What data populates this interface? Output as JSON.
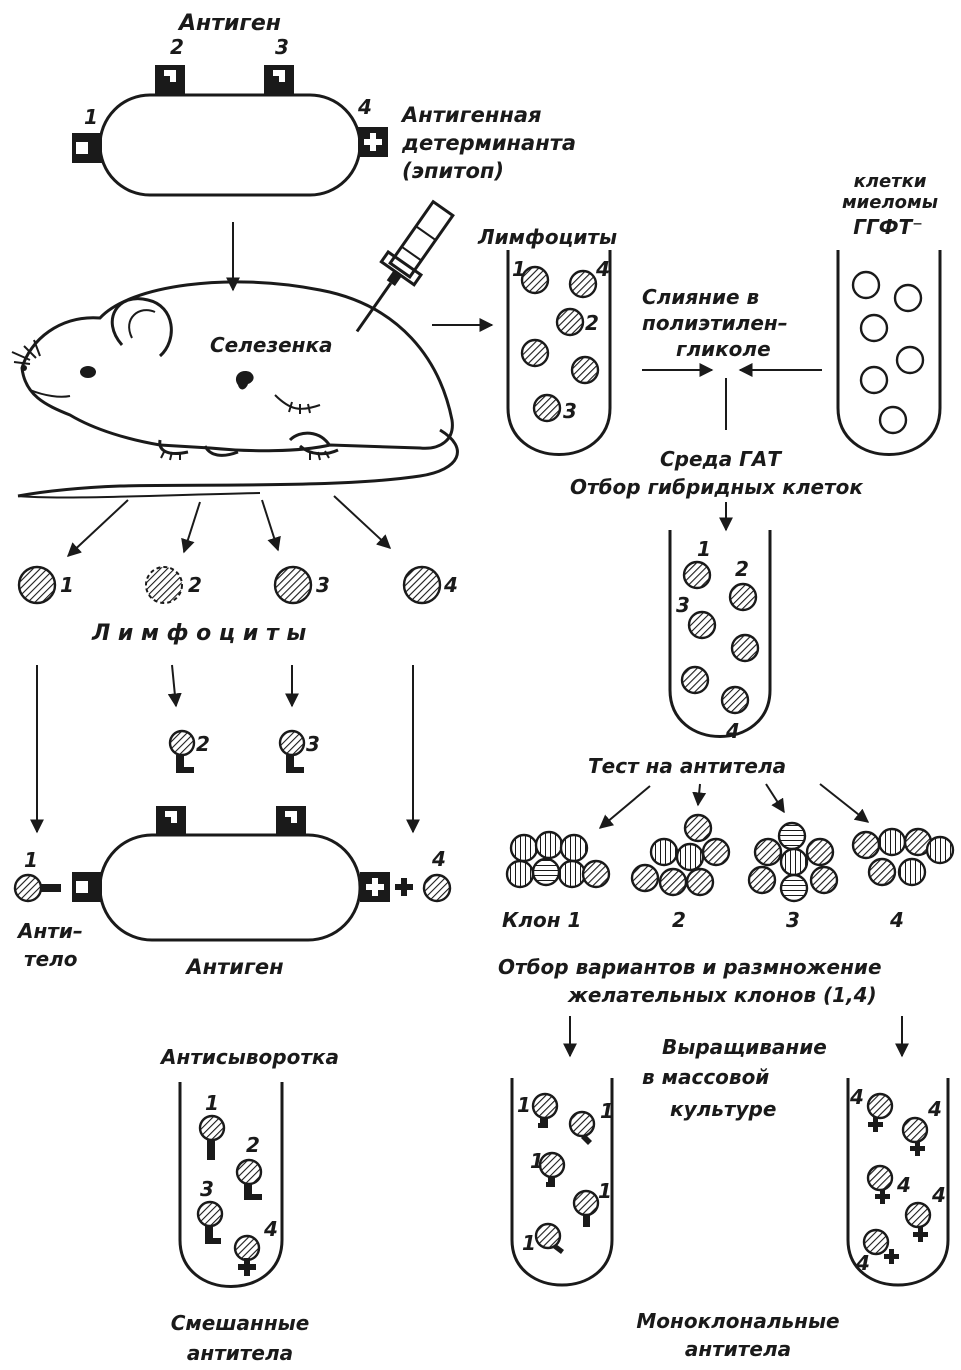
{
  "top": {
    "antigen_title": "Антиген",
    "determinant_label": [
      "Антигенная",
      "детерминанта",
      "(эпитоп)"
    ],
    "epitope_numbers": [
      "1",
      "2",
      "3",
      "4"
    ]
  },
  "mouse": {
    "spleen_label": "Селезенка"
  },
  "lymphocytes": {
    "tube_label": "Лимфоциты",
    "row_label": "Л и м ф о ц и т ы",
    "numbers": [
      "1",
      "2",
      "3",
      "4"
    ]
  },
  "myeloma": {
    "label": [
      "клетки",
      "миеломы",
      "ГГФТ⁻"
    ]
  },
  "fusion": {
    "label": [
      "Слияние  в",
      "полиэтилен–",
      "гликоле"
    ]
  },
  "hat": {
    "label": [
      "Среда  ГАТ",
      "Отбор гибридных клеток"
    ]
  },
  "hybrid_numbers": [
    "1",
    "2",
    "3",
    "4"
  ],
  "test": {
    "label": "Тест  на  антитела",
    "clone_labels": [
      "Клон 1",
      "2",
      "3",
      "4"
    ]
  },
  "selection": {
    "label": [
      "Отбор вариантов и размножение",
      "желательных клонов (1,4)"
    ]
  },
  "mass_culture": {
    "label": [
      "Выращивание",
      "в      массовой",
      "культуре"
    ]
  },
  "bottom_left": {
    "antibody_label": [
      "Анти–",
      "тело"
    ],
    "antigen_label": "Антиген",
    "antiserum_label": "Антисыворотка",
    "mixed_label": [
      "Смешанные",
      "антитела"
    ],
    "numbers": [
      "1",
      "2",
      "3",
      "4"
    ]
  },
  "bottom_right": {
    "monoclonal_label": [
      "Моноклональные",
      "антитела"
    ],
    "numbers": [
      "1",
      "4"
    ]
  },
  "colors": {
    "ink": "#1a1a1a",
    "paper": "#ffffff"
  }
}
